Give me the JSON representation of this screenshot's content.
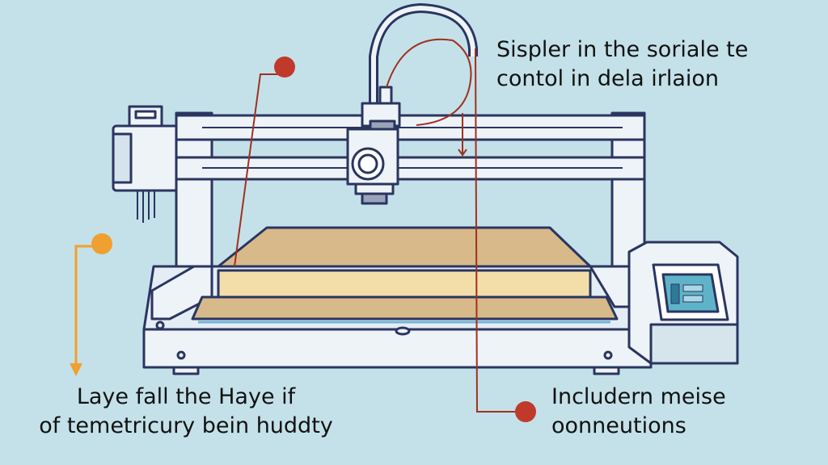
{
  "annotations": {
    "top_right": {
      "line1": "Sispler in the soriale te",
      "line2": "contol in dela irlaion"
    },
    "bottom_left": {
      "line1": "Laye fall the Haye if",
      "line2": "of temetricury bein huddty"
    },
    "bottom_right": {
      "line1": "Includern meise",
      "line2": "oonneutions"
    }
  },
  "colors": {
    "background": "#c4e1e9",
    "outline": "#2a3560",
    "frame": "#eef3f8",
    "bed_tan": "#d8b98a",
    "bed_cream": "#f3deaa",
    "red_marker": "#c0392b",
    "orange_marker": "#f0a030",
    "screen": "#5fb3c8"
  }
}
